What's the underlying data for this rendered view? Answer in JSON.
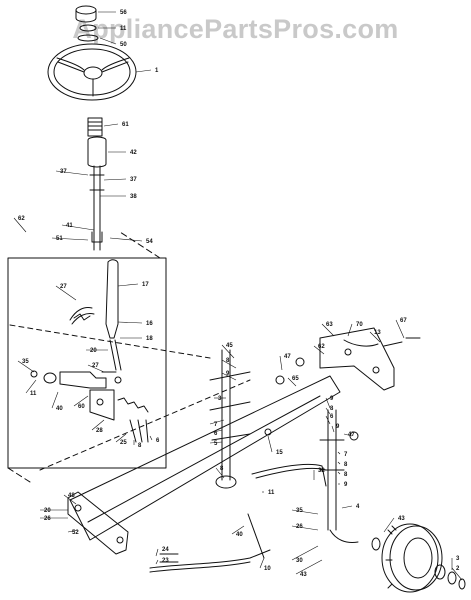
{
  "watermark": "AppliancePartsPros.com",
  "colors": {
    "ink": "#111111",
    "background": "#ffffff",
    "watermark": "#c9c9c9"
  },
  "parts": [
    {
      "num": "56"
    },
    {
      "num": "11"
    },
    {
      "num": "50"
    },
    {
      "num": "1"
    },
    {
      "num": "61"
    },
    {
      "num": "42"
    },
    {
      "num": "37"
    },
    {
      "num": "37"
    },
    {
      "num": "38"
    },
    {
      "num": "62"
    },
    {
      "num": "41"
    },
    {
      "num": "51"
    },
    {
      "num": "54"
    },
    {
      "num": "27"
    },
    {
      "num": "17"
    },
    {
      "num": "16"
    },
    {
      "num": "18"
    },
    {
      "num": "20"
    },
    {
      "num": "27"
    },
    {
      "num": "35"
    },
    {
      "num": "11"
    },
    {
      "num": "40"
    },
    {
      "num": "60"
    },
    {
      "num": "28"
    },
    {
      "num": "25"
    },
    {
      "num": "8"
    },
    {
      "num": "6"
    },
    {
      "num": "45"
    },
    {
      "num": "8"
    },
    {
      "num": "9"
    },
    {
      "num": "47"
    },
    {
      "num": "65"
    },
    {
      "num": "3"
    },
    {
      "num": "7"
    },
    {
      "num": "6"
    },
    {
      "num": "5"
    },
    {
      "num": "15"
    },
    {
      "num": "8"
    },
    {
      "num": "63"
    },
    {
      "num": "70"
    },
    {
      "num": "13"
    },
    {
      "num": "67"
    },
    {
      "num": "62"
    },
    {
      "num": "9"
    },
    {
      "num": "8"
    },
    {
      "num": "6"
    },
    {
      "num": "9"
    },
    {
      "num": "47"
    },
    {
      "num": "7"
    },
    {
      "num": "8"
    },
    {
      "num": "8"
    },
    {
      "num": "9"
    },
    {
      "num": "32"
    },
    {
      "num": "11"
    },
    {
      "num": "48"
    },
    {
      "num": "4"
    },
    {
      "num": "43"
    },
    {
      "num": "20"
    },
    {
      "num": "26"
    },
    {
      "num": "52"
    },
    {
      "num": "24"
    },
    {
      "num": "23"
    },
    {
      "num": "40"
    },
    {
      "num": "10"
    },
    {
      "num": "35"
    },
    {
      "num": "26"
    },
    {
      "num": "30"
    },
    {
      "num": "43"
    },
    {
      "num": "3"
    },
    {
      "num": "2"
    }
  ]
}
